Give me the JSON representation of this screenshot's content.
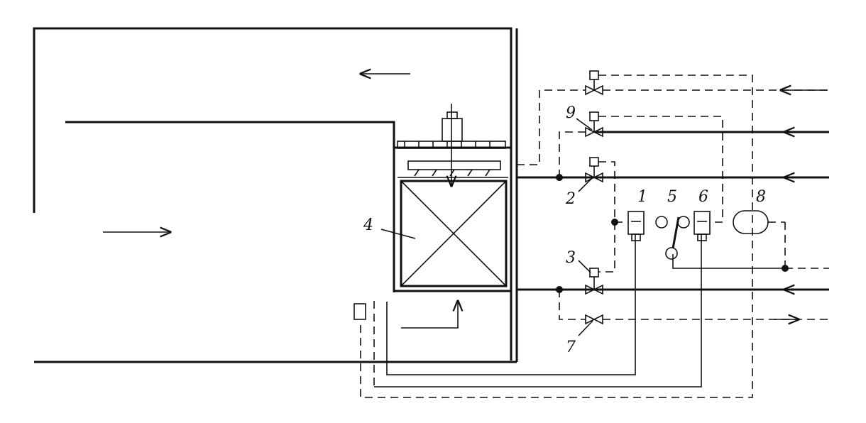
{
  "diagram": {
    "labels": {
      "n1": "1",
      "n2": "2",
      "n3": "3",
      "n4": "4",
      "n5": "5",
      "n6": "6",
      "n7": "7",
      "n8": "8",
      "n9": "9"
    },
    "colors": {
      "ink": "#111111",
      "background": "#ffffff"
    }
  }
}
